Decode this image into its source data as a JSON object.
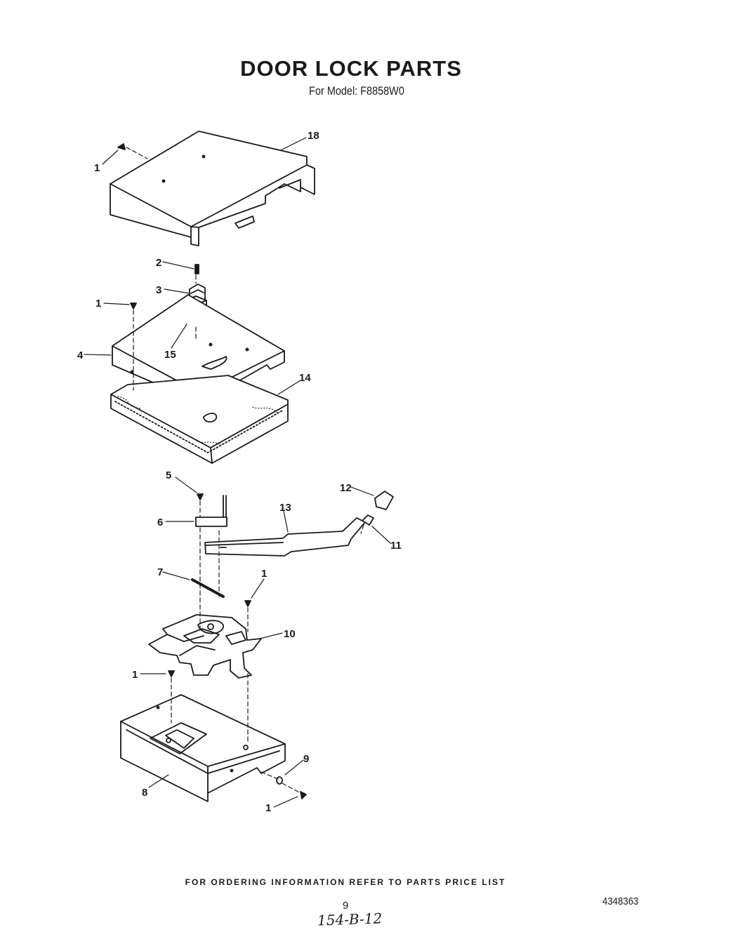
{
  "header": {
    "title": "DOOR LOCK PARTS",
    "subtitle": "For Model: F8858W0"
  },
  "callouts": {
    "c1a": "1",
    "c18": "18",
    "c2": "2",
    "c3": "3",
    "c1b": "1",
    "c4": "4",
    "c15": "15",
    "c14": "14",
    "c5": "5",
    "c6": "6",
    "c12": "12",
    "c13": "13",
    "c11": "11",
    "c7": "7",
    "c1c": "1",
    "c10": "10",
    "c1d": "1",
    "c9": "9",
    "c8": "8",
    "c1e": "1"
  },
  "footer": {
    "ordering_note": "FOR ORDERING INFORMATION REFER TO PARTS PRICE LIST",
    "page_number": "9",
    "part_number": "4348363",
    "handwritten_note": "154-B-12"
  }
}
